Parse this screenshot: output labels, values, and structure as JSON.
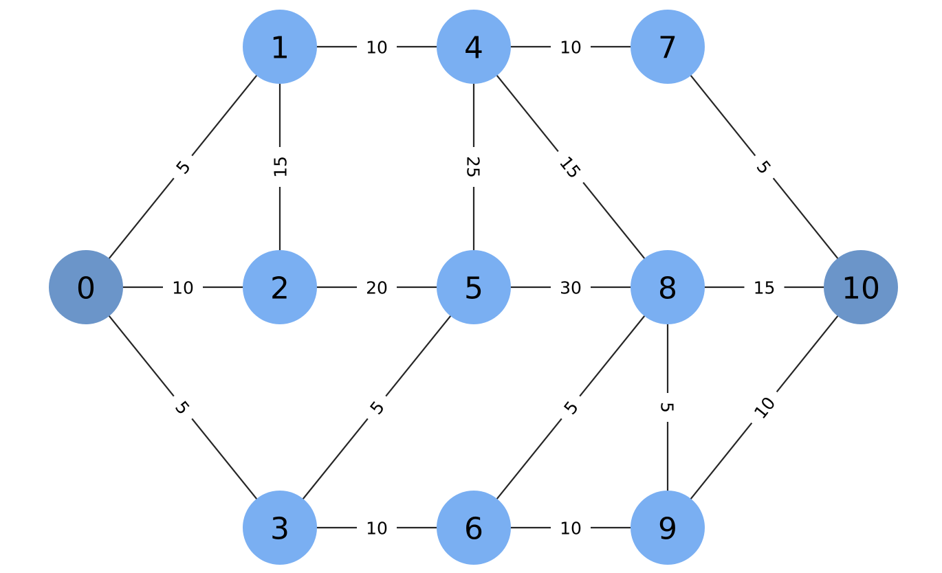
{
  "diagram": {
    "type": "directed-weighted-graph",
    "colors": {
      "node": "#7aaff2",
      "endpoint_node": "#6b95c9",
      "edge": "#262626",
      "arrow": "#5b84bf",
      "background": "#ffffff"
    },
    "nodes": [
      {
        "id": "0",
        "label": "0",
        "role": "endpoint"
      },
      {
        "id": "1",
        "label": "1",
        "role": "normal"
      },
      {
        "id": "2",
        "label": "2",
        "role": "normal"
      },
      {
        "id": "3",
        "label": "3",
        "role": "normal"
      },
      {
        "id": "4",
        "label": "4",
        "role": "normal"
      },
      {
        "id": "5",
        "label": "5",
        "role": "normal"
      },
      {
        "id": "6",
        "label": "6",
        "role": "normal"
      },
      {
        "id": "7",
        "label": "7",
        "role": "normal"
      },
      {
        "id": "8",
        "label": "8",
        "role": "normal"
      },
      {
        "id": "9",
        "label": "9",
        "role": "normal"
      },
      {
        "id": "10",
        "label": "10",
        "role": "endpoint"
      }
    ],
    "edges": [
      {
        "from": "0",
        "to": "1",
        "weight": "5"
      },
      {
        "from": "0",
        "to": "2",
        "weight": "10"
      },
      {
        "from": "0",
        "to": "3",
        "weight": "5"
      },
      {
        "from": "2",
        "to": "1",
        "weight": "15"
      },
      {
        "from": "1",
        "to": "4",
        "weight": "10"
      },
      {
        "from": "2",
        "to": "5",
        "weight": "20"
      },
      {
        "from": "5",
        "to": "3",
        "weight": "5"
      },
      {
        "from": "3",
        "to": "6",
        "weight": "10"
      },
      {
        "from": "4",
        "to": "7",
        "weight": "10"
      },
      {
        "from": "4",
        "to": "5",
        "weight": "25"
      },
      {
        "from": "8",
        "to": "4",
        "weight": "15"
      },
      {
        "from": "5",
        "to": "8",
        "weight": "30"
      },
      {
        "from": "6",
        "to": "8",
        "weight": "5"
      },
      {
        "from": "6",
        "to": "9",
        "weight": "10"
      },
      {
        "from": "7",
        "to": "10",
        "weight": "5"
      },
      {
        "from": "8",
        "to": "10",
        "weight": "15"
      },
      {
        "from": "8",
        "to": "9",
        "weight": "5"
      },
      {
        "from": "9",
        "to": "10",
        "weight": "10"
      }
    ]
  }
}
